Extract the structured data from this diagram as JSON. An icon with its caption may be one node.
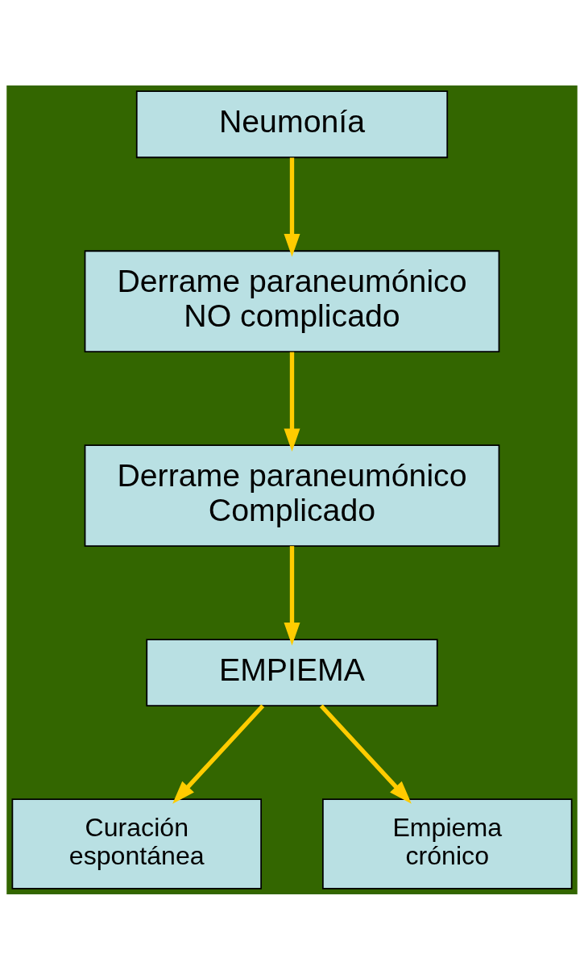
{
  "diagram": {
    "nodes": [
      {
        "text": [
          "Neumonía"
        ]
      },
      {
        "text": [
          "Derrame paraneumónico NO complicado"
        ]
      },
      {
        "text": [
          "Derrame paraneumónico Complicado"
        ]
      },
      {
        "text": [
          "EMPIEMA"
        ]
      },
      {
        "text": [
          "Curación espontánea"
        ]
      },
      {
        "text": [
          "Empiema crónico"
        ]
      }
    ],
    "edges": [
      {
        "from": 0,
        "to": 1,
        "arrow": "to"
      },
      {
        "from": 1,
        "to": 2,
        "arrow": "to"
      },
      {
        "from": 2,
        "to": 3,
        "arrow": "to"
      },
      {
        "from": 3,
        "to": 4,
        "arrow": "to"
      },
      {
        "from": 3,
        "to": 5,
        "arrow": "to"
      }
    ]
  }
}
